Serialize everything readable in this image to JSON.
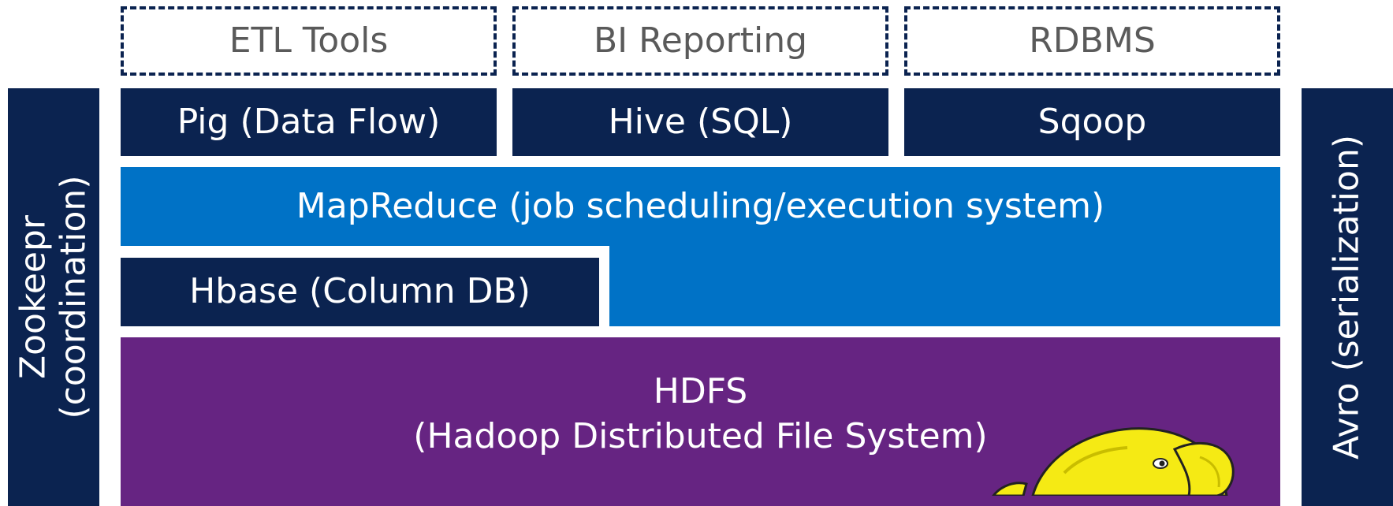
{
  "top_row": [
    {
      "label": "ETL Tools"
    },
    {
      "label": "BI Reporting"
    },
    {
      "label": "RDBMS"
    }
  ],
  "tools_row": [
    {
      "label": "Pig (Data Flow)"
    },
    {
      "label": "Hive (SQL)"
    },
    {
      "label": "Sqoop"
    }
  ],
  "mapreduce": {
    "label": "MapReduce (job scheduling/execution system)"
  },
  "hbase": {
    "label": "Hbase (Column DB)"
  },
  "hdfs": {
    "line1": "HDFS",
    "line2": "(Hadoop Distributed File System)"
  },
  "left_side": {
    "line1": "Zookeepr",
    "line2": "(coordination)"
  },
  "right_side": {
    "label": "Avro (serialization)"
  },
  "colors": {
    "navy": "#0b2350",
    "blue": "#0072c6",
    "purple": "#662482",
    "dashed_text": "#5a5a5a",
    "elephant": "#f5ea14"
  },
  "icons": {
    "mascot": "hadoop-elephant-icon"
  }
}
